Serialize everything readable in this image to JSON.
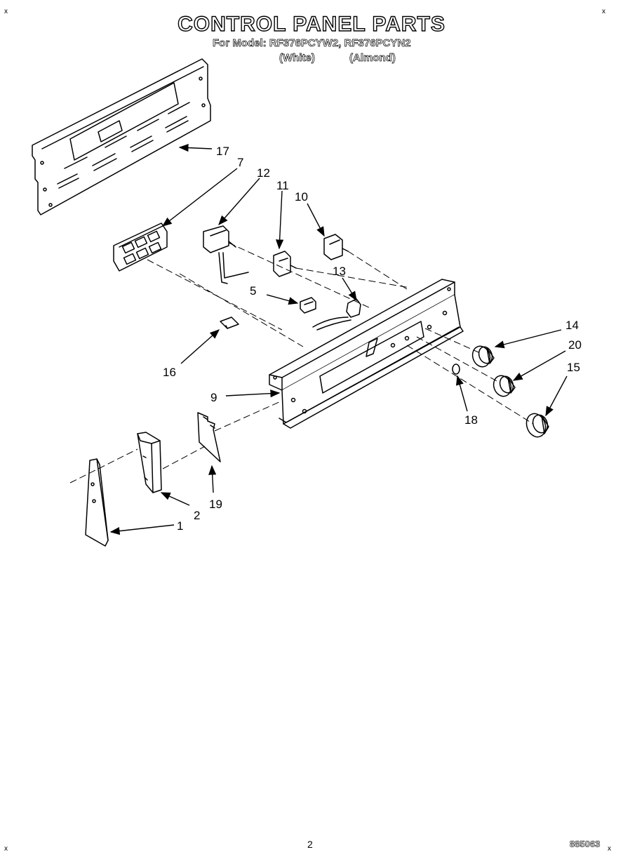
{
  "header": {
    "title": "CONTROL PANEL PARTS",
    "subtitle": "For Model: RF376PCYW2, RF376PCYN2",
    "variant_white": "(White)",
    "variant_almond": "(Almond)"
  },
  "callouts": {
    "p1": "1",
    "p2": "2",
    "p5": "5",
    "p7": "7",
    "p9": "9",
    "p10": "10",
    "p11": "11",
    "p12": "12",
    "p13": "13",
    "p14": "14",
    "p15": "15",
    "p16": "16",
    "p17": "17",
    "p18": "18",
    "p19": "19",
    "p20": "20"
  },
  "footer": {
    "page_number": "2",
    "doc_code": "885063"
  },
  "corner_mark": "x"
}
